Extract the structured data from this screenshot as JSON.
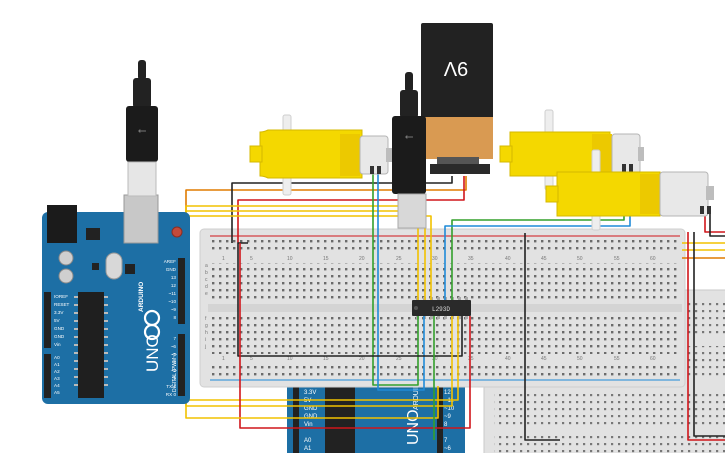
{
  "battery": {
    "label": "9V"
  },
  "driver_chip": {
    "label": "L293D"
  },
  "arduino": {
    "brand": "ARDUINO",
    "model": "UNO",
    "digital_label": "DIGITAL (PWM~)",
    "power_pins": [
      "IOREF",
      "RESET",
      "3.3V",
      "5V",
      "GND",
      "GND",
      "Vin"
    ],
    "analog_pins": [
      "A0",
      "A1",
      "A2",
      "A3",
      "A4",
      "A5"
    ],
    "top_pins": [
      "AREF",
      "GND",
      "13",
      "12",
      "~11",
      "~10",
      "~9",
      "8"
    ],
    "digital_pins": [
      "7",
      "~6",
      "~5",
      "4",
      "~3",
      "2",
      "TX 1",
      "RX 0"
    ]
  },
  "breadboard": {
    "row_letters": [
      "a",
      "b",
      "c",
      "d",
      "e",
      "f",
      "g",
      "h",
      "i",
      "j"
    ],
    "column_numbers": [
      "1",
      "5",
      "10",
      "15",
      "20",
      "25",
      "30",
      "35",
      "40",
      "45",
      "50",
      "55",
      "60"
    ]
  },
  "colors": {
    "arduino_blue": "#1d6fa5",
    "breadboard": "#e2e2e2",
    "motor_yellow": "#f4d800",
    "battery_body": "#222222",
    "battery_cap": "#d99a52",
    "wire_red": "#d0161b",
    "wire_yellow": "#f2c200",
    "wire_orange": "#e07b00",
    "wire_green": "#33a02c",
    "wire_blue": "#1f8bd8",
    "wire_black": "#222222"
  }
}
